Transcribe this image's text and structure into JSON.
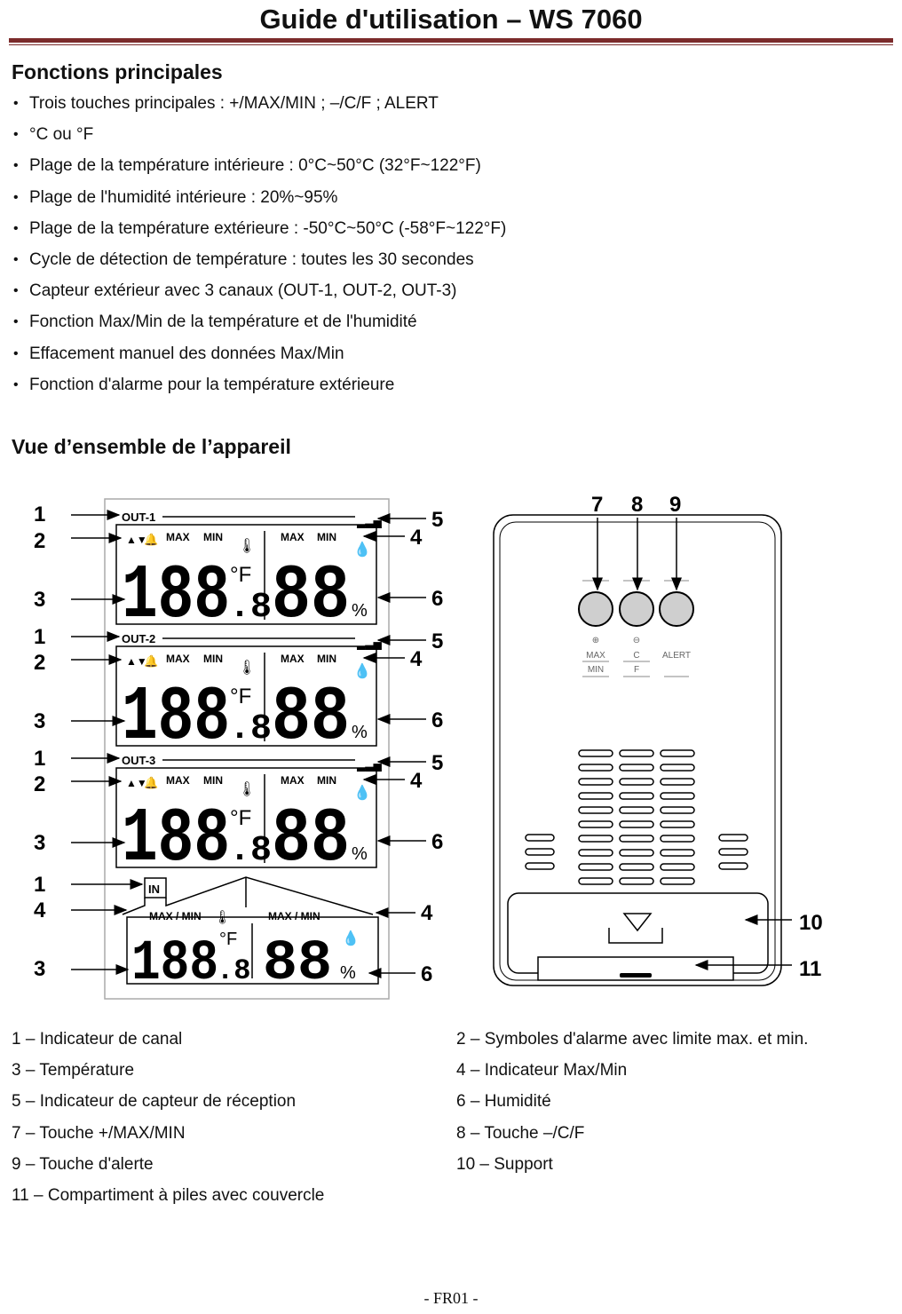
{
  "header": {
    "title": "Guide d'utilisation – WS 7060"
  },
  "features": {
    "heading": "Fonctions principales",
    "items": [
      "Trois touches principales : +/MAX/MIN ; –/C/F ; ALERT",
      "°C ou °F",
      "Plage de la température intérieure : 0°C~50°C (32°F~122°F)",
      "Plage de l'humidité intérieure : 20%~95%",
      "Plage de la température extérieure : -50°C~50°C (-58°F~122°F)",
      "Cycle de détection de température : toutes les 30 secondes",
      "Capteur extérieur avec 3 canaux (OUT-1, OUT-2, OUT-3)",
      "Fonction Max/Min de la température et de l'humidité",
      "Effacement manuel des données Max/Min",
      "Fonction d'alarme pour la température extérieure"
    ]
  },
  "overview": {
    "heading": "Vue d’ensemble de l’appareil"
  },
  "figure": {
    "channels": [
      "OUT-1",
      "OUT-2",
      "OUT-3"
    ],
    "indoor_label": "IN",
    "max": "MAX",
    "min": "MIN",
    "max_min": "MAX / MIN",
    "temp_digits": "188",
    "temp_decimal": ".8",
    "hum_digits": "88",
    "unit": "°F",
    "percent": "%",
    "callouts": [
      "1",
      "2",
      "3",
      "4",
      "5",
      "6",
      "7",
      "8",
      "9",
      "10",
      "11"
    ],
    "buttons": [
      {
        "top": "MAX",
        "bottom": "MIN"
      },
      {
        "top": "C",
        "bottom": "F"
      },
      {
        "top": "ALERT",
        "bottom": ""
      }
    ]
  },
  "legend": [
    [
      "1 – Indicateur de canal",
      "2 – Symboles d'alarme avec limite max. et min."
    ],
    [
      "3 – Température",
      "4 – Indicateur Max/Min"
    ],
    [
      "5 – Indicateur de capteur de réception",
      "6 – Humidité"
    ],
    [
      "7 – Touche +/MAX/MIN",
      "8 – Touche –/C/F"
    ],
    [
      "9 – Touche d'alerte",
      "10 – Support"
    ],
    [
      "11 – Compartiment à piles avec couvercle",
      ""
    ]
  ],
  "footer": {
    "page": "- FR01 -"
  }
}
